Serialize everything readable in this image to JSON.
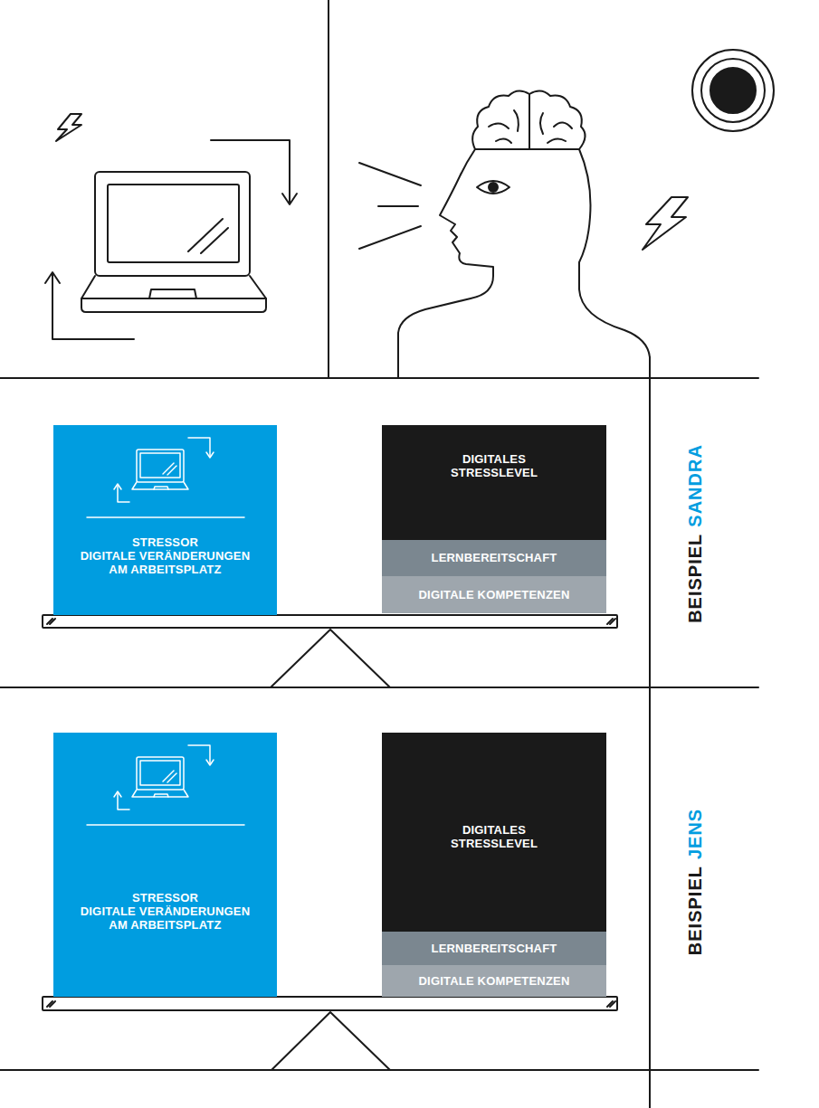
{
  "diagram": {
    "nodes": [
      {
        "text": [
          "STRESSOR",
          "DIGITALE VERÄNDERUNGEN AM ARBEITSPLATZ"
        ]
      },
      {
        "text": [
          "DIGITALES STRESSLEVEL"
        ]
      },
      {
        "text": [
          "LERNBEREITSCHAFT"
        ]
      },
      {
        "text": [
          "DIGITALE KOMPETENZEN"
        ]
      },
      {
        "text": [
          "STRESSOR",
          "DIGITALE VERÄNDERUNGEN AM ARBEITSPLATZ"
        ]
      },
      {
        "text": [
          "DIGITALES STRESSLEVEL"
        ]
      },
      {
        "text": [
          "LERNBEREITSCHAFT"
        ]
      },
      {
        "text": [
          "DIGITALE KOMPETENZEN"
        ]
      }
    ],
    "labels": [
      "BEISPIEL",
      "SANDRA",
      "BEISPIEL",
      "JENS"
    ]
  }
}
